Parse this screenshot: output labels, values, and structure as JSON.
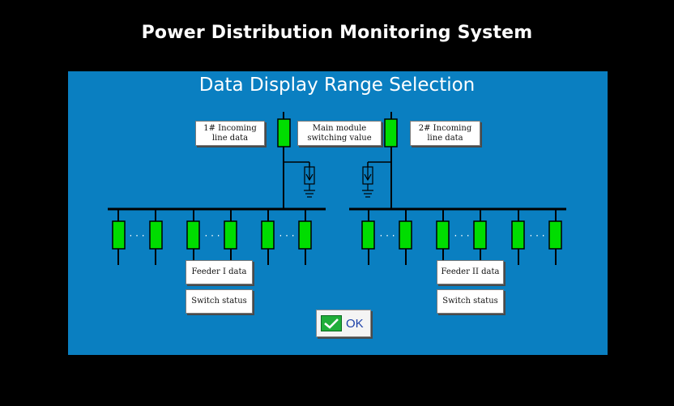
{
  "app": {
    "title": "Power Distribution Monitoring System"
  },
  "panel": {
    "title": "Data Display Range Selection"
  },
  "buttons": {
    "incoming1": "1# Incoming line data",
    "incoming1_line1": "1# Incoming",
    "incoming1_line2": "line data",
    "main_module_line1": "Main module",
    "main_module_line2": "switching value",
    "incoming2_line1": "2# Incoming",
    "incoming2_line2": "line data",
    "feeder1": "Feeder I data",
    "switch_status_1": "Switch status",
    "feeder2": "Feeder II data",
    "switch_status_2": "Switch status",
    "ok": "OK"
  },
  "diagram": {
    "ellipsis": "· · ·",
    "colors": {
      "panel_bg": "#0a7fc1",
      "breaker_fill": "#00dd00",
      "line": "#000000"
    }
  }
}
